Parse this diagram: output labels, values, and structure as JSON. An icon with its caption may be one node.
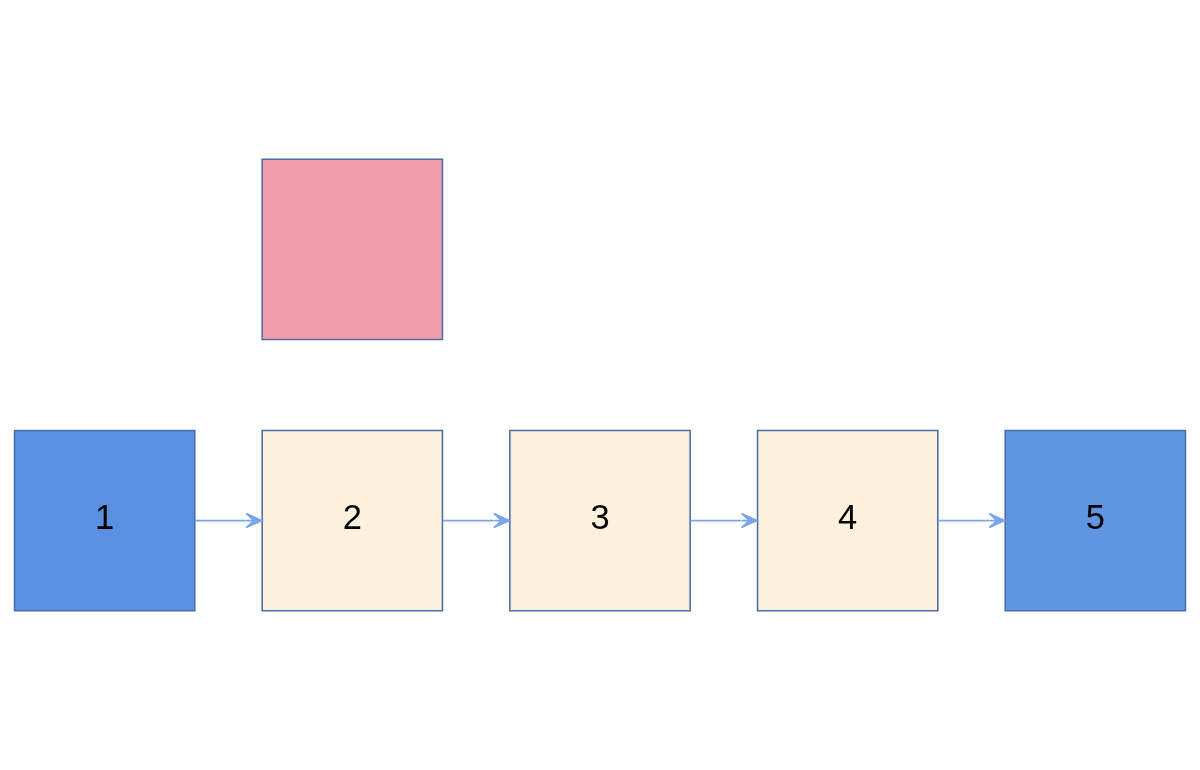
{
  "diagram": {
    "nodes": [
      {
        "text": [],
        "shape": "box"
      },
      {
        "text": [
          "1"
        ]
      },
      {
        "text": [
          "2"
        ]
      },
      {
        "text": [
          "3"
        ]
      },
      {
        "text": [
          "4"
        ]
      },
      {
        "text": [
          "5"
        ]
      }
    ],
    "edges": [
      {
        "from": 1,
        "to": 2,
        "arrow": "to"
      },
      {
        "from": 2,
        "to": 3,
        "arrow": "to"
      },
      {
        "from": 3,
        "to": 4,
        "arrow": "to"
      },
      {
        "from": 4,
        "to": 5,
        "arrow": "to"
      }
    ]
  }
}
